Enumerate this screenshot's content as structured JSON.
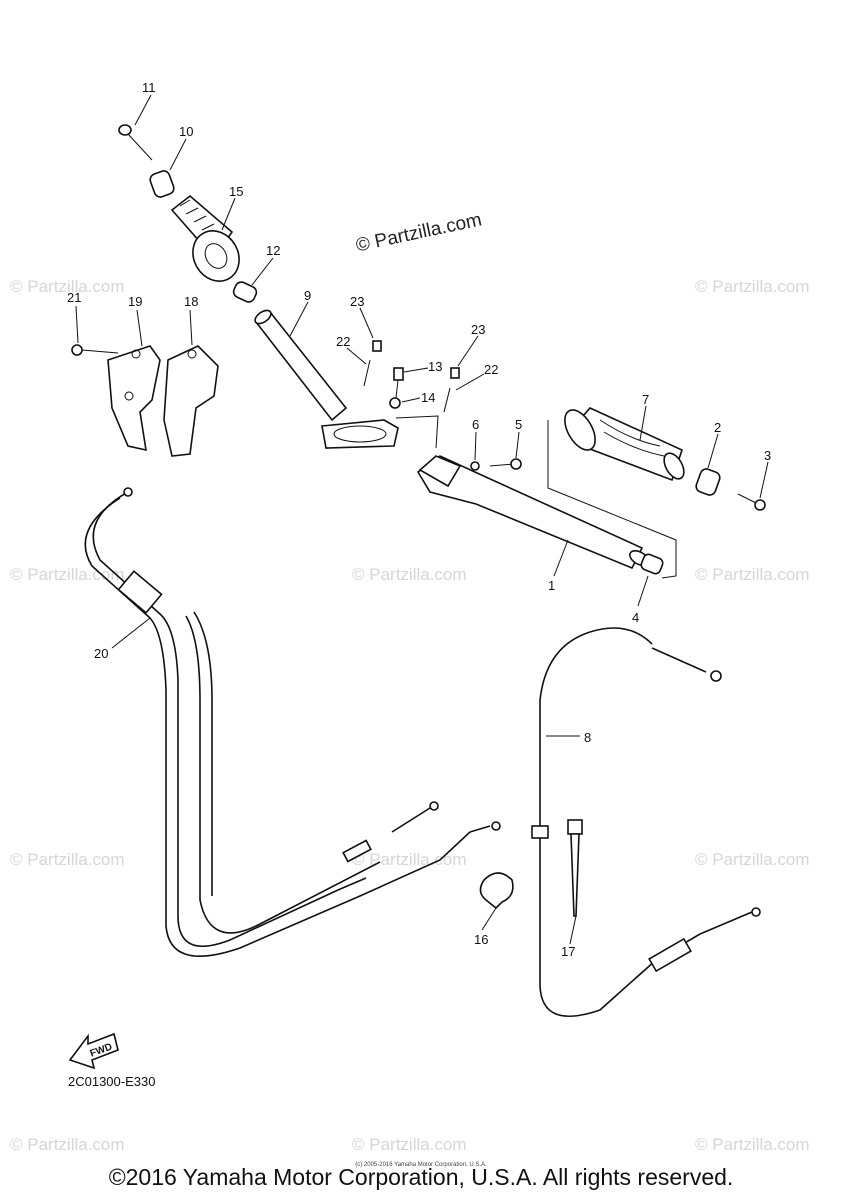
{
  "watermark_main": "© Partzilla.com",
  "watermark_faint": "© Partzilla.com",
  "diagram_code": "2C01300-E330",
  "fwd_label": "FWD",
  "copyright_small": "(c) 2005-2016 Yamaha Motor Corporation, U.S.A.",
  "copyright_main": "©2016 Yamaha Motor Corporation, U.S.A. All rights reserved.",
  "callouts": [
    {
      "id": "1",
      "label": "1"
    },
    {
      "id": "2",
      "label": "2"
    },
    {
      "id": "3",
      "label": "3"
    },
    {
      "id": "4",
      "label": "4"
    },
    {
      "id": "5",
      "label": "5"
    },
    {
      "id": "6",
      "label": "6"
    },
    {
      "id": "7",
      "label": "7"
    },
    {
      "id": "8",
      "label": "8"
    },
    {
      "id": "9",
      "label": "9"
    },
    {
      "id": "10",
      "label": "10"
    },
    {
      "id": "11",
      "label": "11"
    },
    {
      "id": "12",
      "label": "12"
    },
    {
      "id": "13",
      "label": "13"
    },
    {
      "id": "14",
      "label": "14"
    },
    {
      "id": "15",
      "label": "15"
    },
    {
      "id": "16",
      "label": "16"
    },
    {
      "id": "17",
      "label": "17"
    },
    {
      "id": "18",
      "label": "18"
    },
    {
      "id": "19",
      "label": "19"
    },
    {
      "id": "20",
      "label": "20"
    },
    {
      "id": "21",
      "label": "21"
    },
    {
      "id": "22a",
      "label": "22"
    },
    {
      "id": "22b",
      "label": "22"
    },
    {
      "id": "23a",
      "label": "23"
    },
    {
      "id": "23b",
      "label": "23"
    }
  ]
}
